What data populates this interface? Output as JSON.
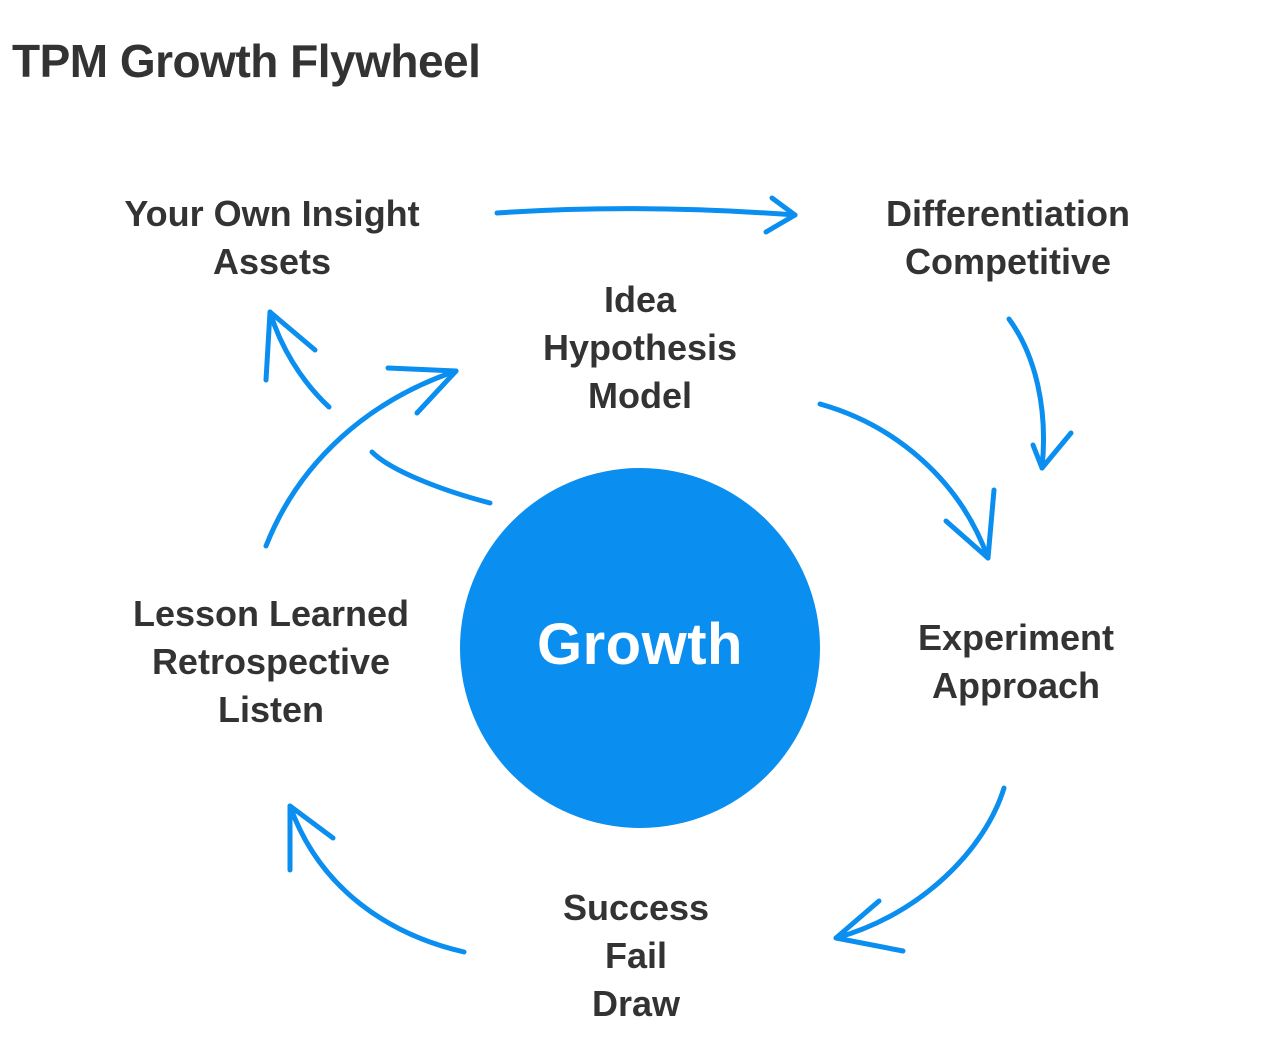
{
  "title": "TPM Growth Flywheel",
  "colors": {
    "accent": "#0A8EF0",
    "text": "#333333",
    "background": "#FFFFFF"
  },
  "hub": {
    "label": "Growth"
  },
  "nodes": {
    "insight_assets": {
      "lines": [
        "Your Own Insight",
        "Assets"
      ]
    },
    "differentiation": {
      "lines": [
        "Differentiation",
        "Competitive"
      ]
    },
    "idea": {
      "lines": [
        "Idea",
        "Hypothesis",
        "Model"
      ]
    },
    "experiment": {
      "lines": [
        "Experiment",
        "Approach"
      ]
    },
    "outcome": {
      "lines": [
        "Success",
        "Fail",
        "Draw"
      ]
    },
    "lesson": {
      "lines": [
        "Lesson Learned",
        "Retrospective",
        "Listen"
      ]
    }
  },
  "connections": [
    {
      "from": "insight_assets",
      "to": "differentiation"
    },
    {
      "from": "differentiation",
      "to": "experiment"
    },
    {
      "from": "idea",
      "to": "experiment"
    },
    {
      "from": "experiment",
      "to": "outcome"
    },
    {
      "from": "outcome",
      "to": "lesson"
    },
    {
      "from": "lesson",
      "to": "idea"
    },
    {
      "from": "hub",
      "to": "insight_assets"
    }
  ]
}
